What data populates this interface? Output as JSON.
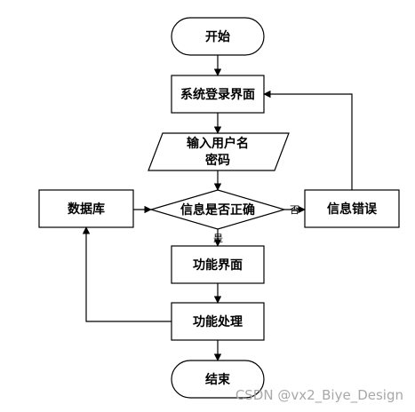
{
  "flowchart": {
    "start": "开始",
    "login_page": "系统登录界面",
    "input_line1": "输入用户名",
    "input_line2": "密码",
    "decision": "信息是否正确",
    "database": "数据库",
    "error": "信息错误",
    "function_page": "功能界面",
    "function_process": "功能处理",
    "end": "结束",
    "label_no": "否",
    "label_yes": "是"
  },
  "watermark": "CSDN @vx2_Biye_Design"
}
